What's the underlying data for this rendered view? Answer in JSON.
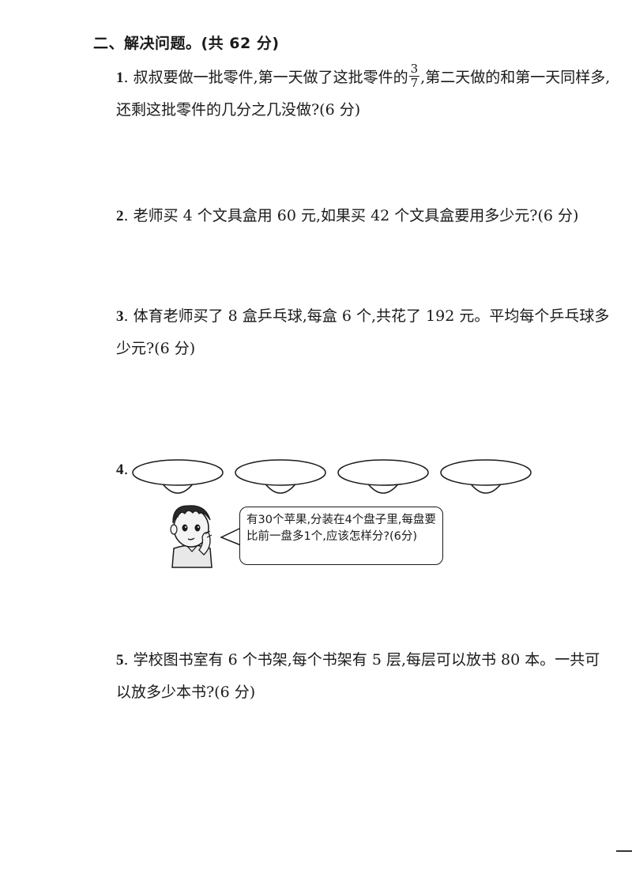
{
  "section": {
    "title": "二、解决问题。(共 62 分)"
  },
  "questions": [
    {
      "number": "1",
      "text_before": ". 叔叔要做一批零件,第一天做了这批零件的",
      "fraction": {
        "numerator": "3",
        "denominator": "7"
      },
      "text_after": ",第二天做的和第一天同样多,还剩这批零件的几分之几没做?(6 分)"
    },
    {
      "number": "2",
      "text": ". 老师买 4 个文具盒用 60 元,如果买 42 个文具盒要用多少元?(6 分)"
    },
    {
      "number": "3",
      "text": ". 体育老师买了 8 盒乒乓球,每盒 6 个,共花了 192 元。平均每个乒乓球多少元?(6 分)"
    },
    {
      "number": "4",
      "text": "."
    },
    {
      "number": "5",
      "text": ". 学校图书室有 6 个书架,每个书架有 5 层,每层可以放书 80 本。一共可以放多少本书?(6 分)"
    }
  ],
  "speech_bubble": {
    "text": "有30个苹果,分装在4个盘子里,每盘要比前一盘多1个,应该怎样分?(6分)"
  },
  "illustration": {
    "plate_count": 4,
    "icons": [
      "plate-icon",
      "thinking-boy-icon"
    ]
  }
}
